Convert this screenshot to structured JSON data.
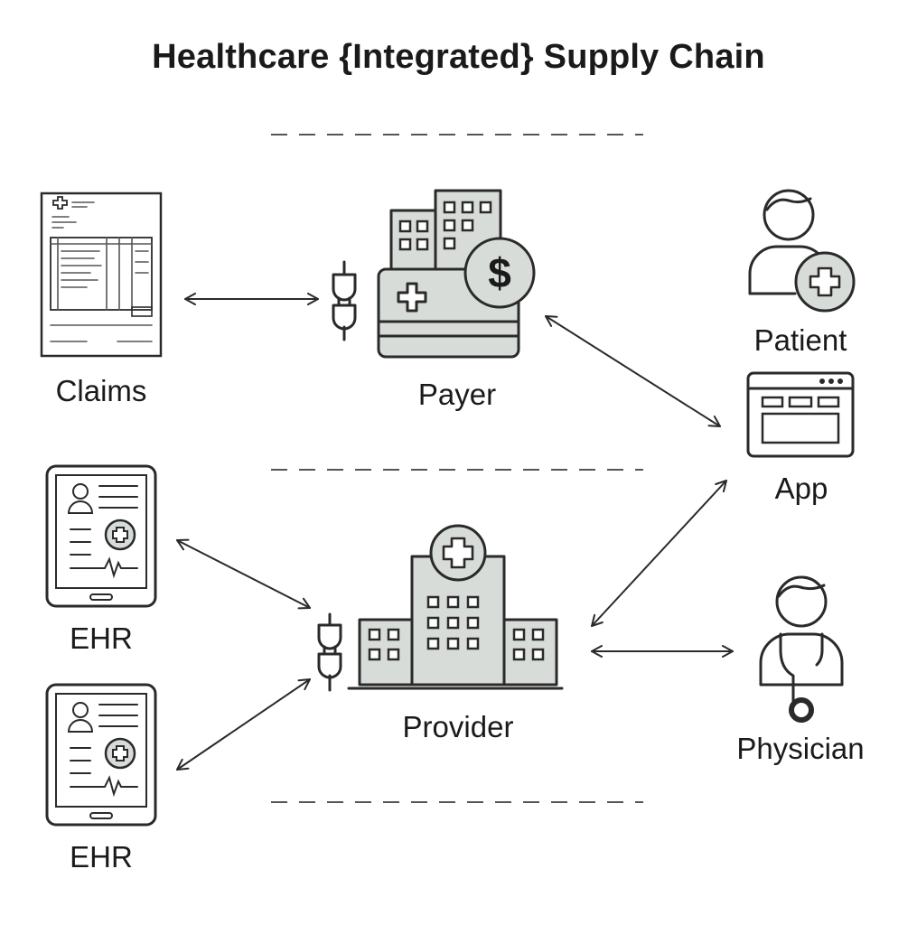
{
  "title": "Healthcare {Integrated} Supply Chain",
  "nodes": {
    "claims": "Claims",
    "payer": "Payer",
    "patient": "Patient",
    "app": "App",
    "ehr_top": "EHR",
    "ehr_bottom": "EHR",
    "provider": "Provider",
    "physician": "Physician"
  },
  "colors": {
    "line": "#2a2a2a",
    "fill_gray": "#d8dcd8",
    "background": "#ffffff"
  },
  "icons": [
    "claims-document-icon",
    "plug-icon",
    "payer-building-card-icon",
    "patient-icon",
    "app-window-icon",
    "ehr-tablet-icon",
    "provider-hospital-icon",
    "physician-icon"
  ]
}
